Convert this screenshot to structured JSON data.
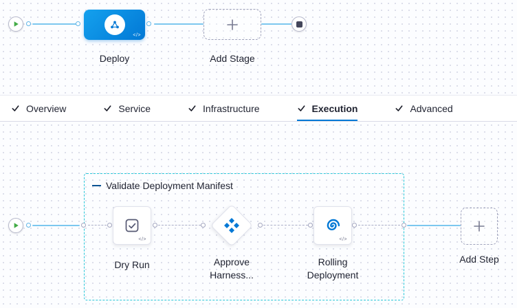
{
  "stage_graph": {
    "deploy_label": "Deploy",
    "deploy_code_badge": "</>",
    "add_stage_label": "Add Stage"
  },
  "tabs": [
    {
      "label": "Overview",
      "active": false
    },
    {
      "label": "Service",
      "active": false
    },
    {
      "label": "Infrastructure",
      "active": false
    },
    {
      "label": "Execution",
      "active": true
    },
    {
      "label": "Advanced",
      "active": false
    }
  ],
  "execution_graph": {
    "group_label": "Validate Deployment Manifest",
    "steps": [
      {
        "label": "Dry Run",
        "code_badge": "</>"
      },
      {
        "label": "Approve Harness..."
      },
      {
        "label": "Rolling Deployment",
        "code_badge": "</>"
      }
    ],
    "add_step_label": "Add Step"
  },
  "icons": {
    "play": "green play triangle",
    "stop": "dark rounded stop square",
    "plus": "+",
    "tab_check": "✓",
    "deploy_stage": "blue network/pipeline glyph in white circle",
    "dry_run": "checkbox with checkmark",
    "approve": "blue diamond cluster",
    "rolling_deployment": "blue spiral"
  },
  "colors": {
    "primary_blue": "#0278d5",
    "node_gradient_start": "#14a1ee",
    "connector_blue": "#7cc7ef",
    "group_teal": "#27c6d8",
    "play_green": "#42ab45",
    "stop_gray": "#44465b"
  }
}
